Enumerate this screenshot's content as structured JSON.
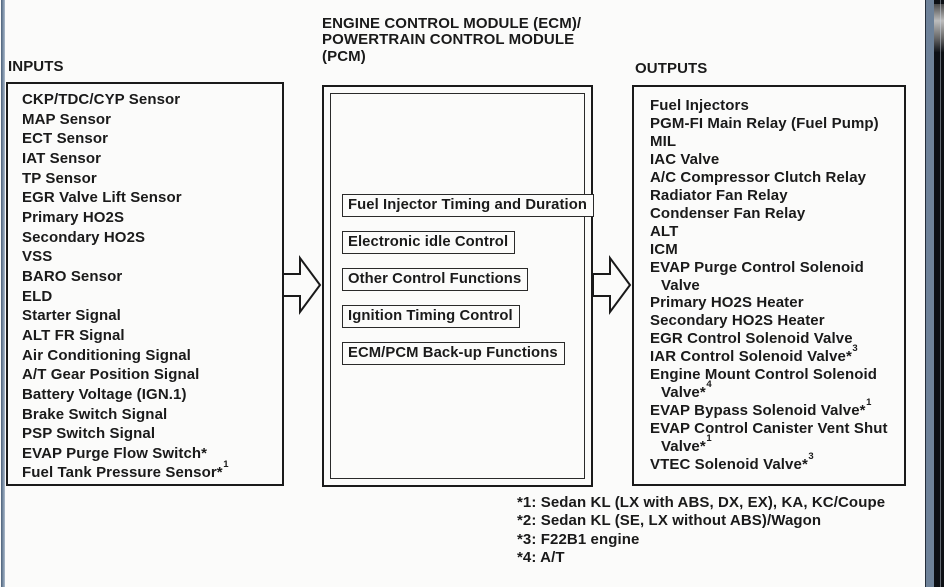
{
  "inputs": {
    "label": "INPUTS",
    "items": [
      {
        "text": "CKP/TDC/CYP Sensor"
      },
      {
        "text": "MAP Sensor"
      },
      {
        "text": "ECT Sensor"
      },
      {
        "text": "IAT Sensor"
      },
      {
        "text": "TP Sensor"
      },
      {
        "text": "EGR Valve Lift Sensor"
      },
      {
        "text": "Primary HO2S"
      },
      {
        "text": "Secondary HO2S"
      },
      {
        "text": "VSS"
      },
      {
        "text": "BARO Sensor"
      },
      {
        "text": "ELD"
      },
      {
        "text": "Starter Signal"
      },
      {
        "text": "ALT FR Signal"
      },
      {
        "text": "Air Conditioning Signal"
      },
      {
        "text": "A/T Gear Position Signal"
      },
      {
        "text": "Battery Voltage (IGN.1)"
      },
      {
        "text": "Brake Switch Signal"
      },
      {
        "text": "PSP Switch Signal"
      },
      {
        "text": "EVAP Purge Flow Switch*"
      },
      {
        "text": "Fuel Tank Pressure Sensor*",
        "sup": "1"
      }
    ]
  },
  "ecm": {
    "title_lines": {
      "0": "ENGINE CONTROL MODULE (ECM)/",
      "1": "POWERTRAIN CONTROL MODULE",
      "2": "(PCM)"
    },
    "functions": [
      {
        "text": "Fuel Injector Timing and Duration"
      },
      {
        "text": "Electronic idle Control"
      },
      {
        "text": "Other Control Functions"
      },
      {
        "text": "Ignition Timing Control"
      },
      {
        "text": "ECM/PCM Back-up Functions"
      }
    ]
  },
  "outputs": {
    "label": "OUTPUTS",
    "items": [
      {
        "text": "Fuel Injectors"
      },
      {
        "text": "PGM-FI Main Relay (Fuel Pump)"
      },
      {
        "text": "MIL"
      },
      {
        "text": "IAC Valve"
      },
      {
        "text": "A/C Compressor Clutch Relay"
      },
      {
        "text": "Radiator Fan Relay"
      },
      {
        "text": "Condenser Fan Relay"
      },
      {
        "text": "ALT"
      },
      {
        "text": "ICM"
      },
      {
        "text": "EVAP Purge Control Solenoid Valve"
      },
      {
        "text": "Primary HO2S Heater"
      },
      {
        "text": "Secondary HO2S Heater"
      },
      {
        "text": "EGR Control Solenoid Valve"
      },
      {
        "text": "IAR Control Solenoid Valve*",
        "sup": "3"
      },
      {
        "text": "Engine Mount Control Solenoid Valve*",
        "sup": "4"
      },
      {
        "text": "EVAP Bypass Solenoid Valve*",
        "sup": "1"
      },
      {
        "text": "EVAP Control Canister Vent Shut Valve*",
        "sup": "1"
      },
      {
        "text": "VTEC Solenoid Valve*",
        "sup": "3"
      }
    ]
  },
  "footnotes": [
    {
      "text": "*1: Sedan KL (LX with ABS, DX, EX), KA, KC/Coupe"
    },
    {
      "text": "*2: Sedan KL (SE, LX without ABS)/Wagon"
    },
    {
      "text": "*3: F22B1 engine"
    },
    {
      "text": "*4: A/T"
    }
  ],
  "colors": {
    "ink": "#1a1a1a",
    "page_bg": "#fbfbfa",
    "side_blue": "#6e8299",
    "side_black": "#0c0f14"
  }
}
